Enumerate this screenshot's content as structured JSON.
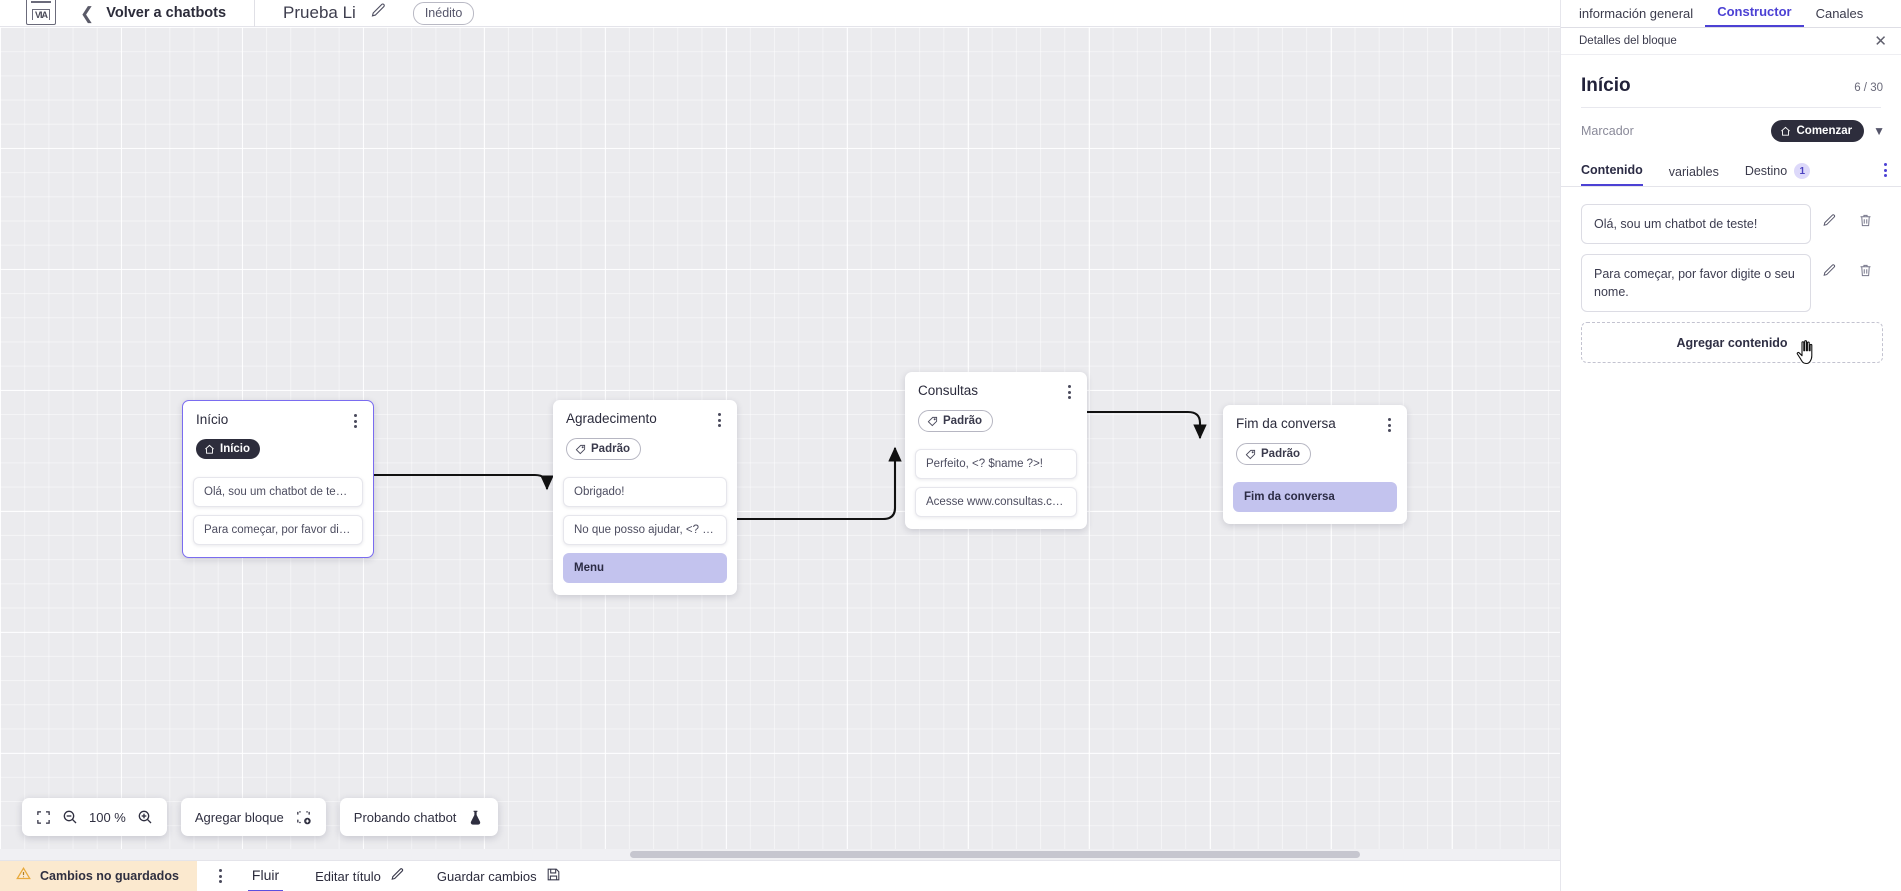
{
  "topbar": {
    "logo_text": "VIA",
    "back_label": "Volver a chatbots",
    "doc_title": "Prueba Li",
    "status_badge": "Inédito"
  },
  "canvas": {
    "nodes": [
      {
        "title": "Início",
        "tag": "Início",
        "tag_style": "dark",
        "tag_icon": "home-icon",
        "selected": true,
        "bubbles": [
          {
            "text": "Olá, sou um chatbot de teste!",
            "accent": false
          },
          {
            "text": "Para começar, por favor digite o ...",
            "accent": false
          }
        ]
      },
      {
        "title": "Agradecimento",
        "tag": "Padrão",
        "tag_style": "light",
        "tag_icon": "tag-icon",
        "selected": false,
        "bubbles": [
          {
            "text": "Obrigado!",
            "accent": false
          },
          {
            "text": "No que posso ajudar, <? $name ...",
            "accent": false
          },
          {
            "text": "Menu",
            "accent": true
          }
        ]
      },
      {
        "title": "Consultas",
        "tag": "Padrão",
        "tag_style": "light",
        "tag_icon": "tag-icon",
        "selected": false,
        "bubbles": [
          {
            "text": "Perfeito, <? $name ?>!",
            "accent": false
          },
          {
            "text": "Acesse www.consultas.com par...",
            "accent": false
          }
        ]
      },
      {
        "title": "Fim da conversa",
        "tag": "Padrão",
        "tag_style": "light",
        "tag_icon": "tag-icon",
        "selected": false,
        "bubbles": [
          {
            "text": "Fim da conversa",
            "accent": true
          }
        ]
      }
    ],
    "toolbar": {
      "zoom_level": "100 %",
      "fit_icon": "fit-screen-icon",
      "zoom_out_icon": "zoom-out-icon",
      "zoom_in_icon": "zoom-in-icon",
      "add_block_label": "Agregar bloque",
      "add_block_icon": "add-block-icon",
      "test_chatbot_label": "Probando chatbot",
      "test_chatbot_icon": "flask-icon"
    }
  },
  "statusbar": {
    "unsaved_label": "Cambios no guardados",
    "warning_icon": "warning-triangle-icon",
    "flow_tab": "Fluir",
    "edit_title_label": "Editar título",
    "edit_title_icon": "pencil-icon",
    "save_label": "Guardar cambios",
    "save_icon": "save-disk-icon"
  },
  "rightpanel": {
    "top_tabs": [
      {
        "label": "información general",
        "active": false
      },
      {
        "label": "Constructor",
        "active": true
      },
      {
        "label": "Canales",
        "active": false
      }
    ],
    "subheader": "Detalles del bloque",
    "close_icon": "close-icon",
    "block_title": "Início",
    "char_count": "6 / 30",
    "marcador_label": "Marcador",
    "marcador_value": "Comenzar",
    "marcador_icon": "home-icon",
    "chevron_icon": "chevron-down-icon",
    "tabs": [
      {
        "label": "Contenido",
        "active": true,
        "count": null
      },
      {
        "label": "variables",
        "active": false,
        "count": null
      },
      {
        "label": "Destino",
        "active": false,
        "count": "1"
      }
    ],
    "content_items": [
      {
        "text": "Olá, sou um chatbot de teste!",
        "edit_icon": "pencil-icon",
        "delete_icon": "trash-icon"
      },
      {
        "text": "Para começar, por favor digite o seu nome.",
        "edit_icon": "pencil-icon",
        "delete_icon": "trash-icon"
      }
    ],
    "add_content_label": "Agregar contenido"
  },
  "colors": {
    "accent": "#4c41d4",
    "node_accent_bubble": "#c3c3ee",
    "dark_chip": "#2d2d3c",
    "unsaved_bg": "#fbe9cf",
    "canvas_bg": "#ebebee"
  }
}
